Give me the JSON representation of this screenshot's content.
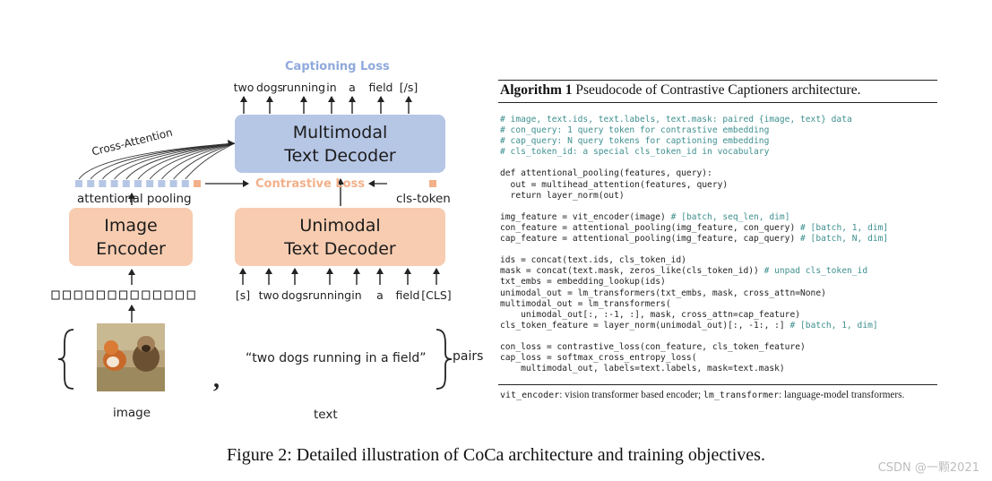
{
  "diagram": {
    "captioning_loss": "Captioning Loss",
    "contrastive_loss": "Contrastive Loss",
    "cross_attention": "Cross-Attention",
    "attentional_pooling": "attentional pooling",
    "cls_token": "cls-token",
    "multimodal_decoder": "Multimodal\nText Decoder",
    "unimodal_decoder": "Unimodal\nText Decoder",
    "image_encoder": "Image\nEncoder",
    "output_tokens": [
      "two",
      "dogs",
      "running",
      "in",
      "a",
      "field",
      "[/s]"
    ],
    "input_tokens": [
      "[s]",
      "two",
      "dogs",
      "running",
      "in",
      "a",
      "field",
      "[CLS]"
    ],
    "text_sample": "“two dogs running in a field”",
    "pairs": "pairs",
    "comma": ",",
    "image_label": "image",
    "text_label": "text",
    "colors": {
      "blue_box": "#b6c6e5",
      "orange_box": "#f7ccb0",
      "captioning_loss": "#8fa9dc",
      "contrastive_loss": "#f2b08a"
    }
  },
  "algorithm": {
    "title_bold": "Algorithm 1",
    "title_rest": " Pseudocode of Contrastive Captioners architecture.",
    "code_lines": [
      {
        "t": "# image, text.ids, text.labels, text.mask: paired {image, text} data",
        "c": true
      },
      {
        "t": "# con_query: 1 query token for contrastive embedding",
        "c": true
      },
      {
        "t": "# cap_query: N query tokens for captioning embedding",
        "c": true
      },
      {
        "t": "# cls_token_id: a special cls_token_id in vocabulary",
        "c": true
      },
      {
        "t": "",
        "c": false
      },
      {
        "t": "def attentional_pooling(features, query):",
        "c": false
      },
      {
        "t": "  out = multihead_attention(features, query)",
        "c": false
      },
      {
        "t": "  return layer_norm(out)",
        "c": false
      },
      {
        "t": "",
        "c": false
      },
      {
        "t": "img_feature = vit_encoder(image)",
        "c": false,
        "x": " # [batch, seq_len, dim]"
      },
      {
        "t": "con_feature = attentional_pooling(img_feature, con_query)",
        "c": false,
        "x": " # [batch, 1, dim]"
      },
      {
        "t": "cap_feature = attentional_pooling(img_feature, cap_query)",
        "c": false,
        "x": " # [batch, N, dim]"
      },
      {
        "t": "",
        "c": false
      },
      {
        "t": "ids = concat(text.ids, cls_token_id)",
        "c": false
      },
      {
        "t": "mask = concat(text.mask, zeros_like(cls_token_id))",
        "c": false,
        "x": " # unpad cls_token_id"
      },
      {
        "t": "txt_embs = embedding_lookup(ids)",
        "c": false
      },
      {
        "t": "unimodal_out = lm_transformers(txt_embs, mask, cross_attn=None)",
        "c": false
      },
      {
        "t": "multimodal_out = lm_transformers(",
        "c": false
      },
      {
        "t": "    unimodal_out[:, :-1, :], mask, cross_attn=cap_feature)",
        "c": false
      },
      {
        "t": "cls_token_feature = layer_norm(unimodal_out)[:, -1:, :]",
        "c": false,
        "x": " # [batch, 1, dim]"
      },
      {
        "t": "",
        "c": false
      },
      {
        "t": "con_loss = contrastive_loss(con_feature, cls_token_feature)",
        "c": false
      },
      {
        "t": "cap_loss = softmax_cross_entropy_loss(",
        "c": false
      },
      {
        "t": "    multimodal_out, labels=text.labels, mask=text.mask)",
        "c": false
      }
    ],
    "footer_code1": "vit_encoder",
    "footer_text1": ": vision transformer based encoder; ",
    "footer_code2": "lm_transformer",
    "footer_text2": ": language-model transformers."
  },
  "caption": "Figure 2: Detailed illustration of CoCa architecture and training objectives.",
  "watermark": "CSDN @一颗2021"
}
